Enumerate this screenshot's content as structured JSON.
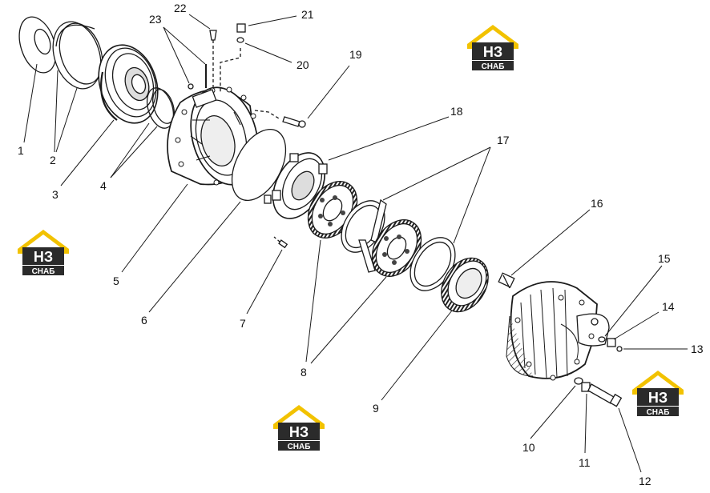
{
  "diagram": {
    "callouts": [
      "1",
      "2",
      "3",
      "4",
      "5",
      "6",
      "7",
      "8",
      "9",
      "10",
      "11",
      "12",
      "13",
      "14",
      "15",
      "16",
      "17",
      "18",
      "19",
      "20",
      "21",
      "22",
      "23"
    ]
  },
  "watermark": {
    "big": "НЗ",
    "small": "СНАБ",
    "colors": {
      "roof": "#f2c200",
      "dark": "#2b2b2b",
      "light": "#ffffff"
    }
  },
  "colors": {
    "ink": "#1a1a1a",
    "paper": "#ffffff"
  }
}
